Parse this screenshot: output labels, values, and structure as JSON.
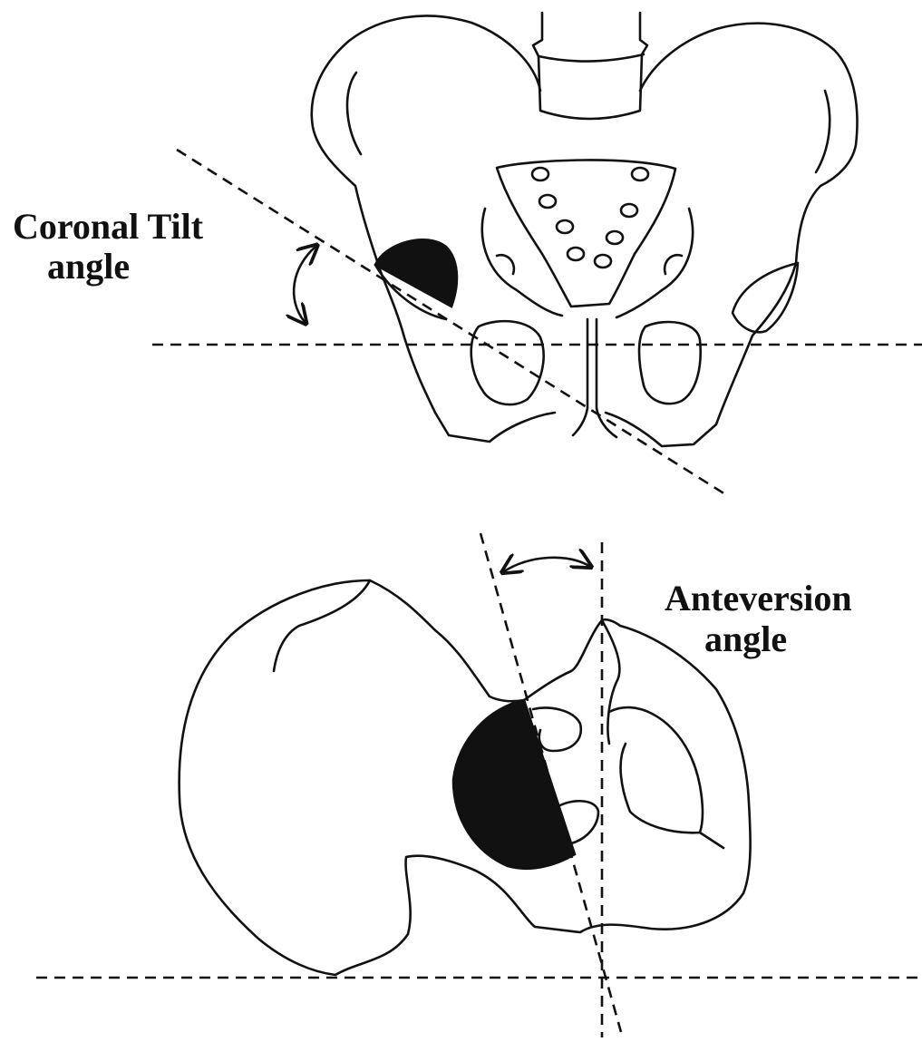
{
  "labels": {
    "coronal_tilt_line1": "Coronal Tilt",
    "coronal_tilt_line2": "angle",
    "anteversion_line1": "Anteversion",
    "anteversion_line2": "angle"
  },
  "colors": {
    "ink": "#111111",
    "background": "#ffffff"
  }
}
